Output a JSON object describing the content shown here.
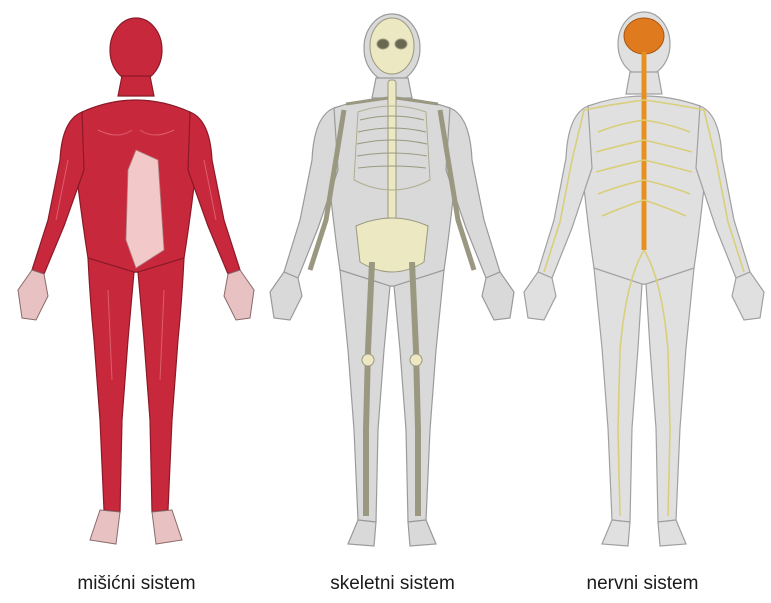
{
  "figures": [
    {
      "caption": "mišićni sistem",
      "icon": "muscular-system-figure",
      "colors": {
        "body": "#c8283c",
        "light": "#e06a78",
        "tendon": "#f2c8c8",
        "outline": "#8a1a28"
      }
    },
    {
      "caption": "skeletni sistem",
      "icon": "skeletal-system-figure",
      "colors": {
        "silhouette": "#d9d9d9",
        "bone": "#ece9c2",
        "outline": "#9a9880"
      }
    },
    {
      "caption": "nervni sistem",
      "icon": "nervous-system-figure",
      "colors": {
        "silhouette": "#e0e0e0",
        "nerve": "#d9cf7a",
        "brain": "#e07a1e",
        "cord": "#e8901f"
      }
    }
  ]
}
